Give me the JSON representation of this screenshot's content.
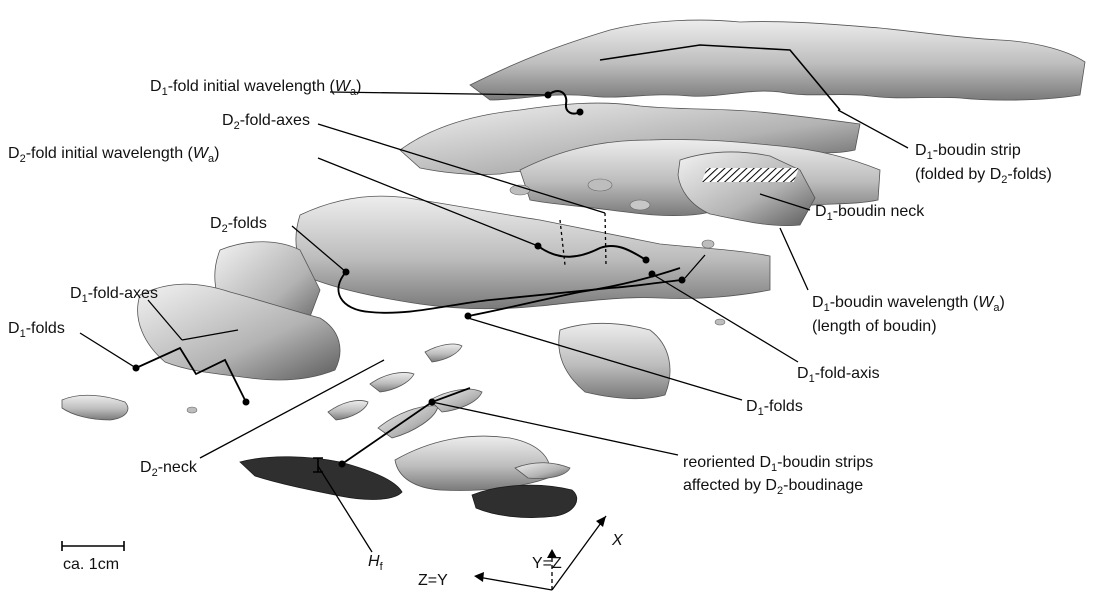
{
  "colors": {
    "rock": "#c9c9c9",
    "rock_light": "#e6e6e6",
    "rock_dark": "#6e6e6e",
    "shadow": "#2a2a2a",
    "line": "#000000",
    "text": "#111111"
  },
  "labels": {
    "d1_fold_initial_wavelength": {
      "pre": "D",
      "sub": "1",
      "post": "-fold initial wavelength (",
      "var": "W",
      "varsub": "a",
      "end": ")"
    },
    "d2_fold_axes": {
      "pre": "D",
      "sub": "2",
      "post": "-fold-axes"
    },
    "d2_fold_initial_wavelength": {
      "pre": "D",
      "sub": "2",
      "post": "-fold initial wavelength (",
      "var": "W",
      "varsub": "a",
      "end": ")"
    },
    "d1_boudin_strip": {
      "pre": "D",
      "sub": "1",
      "post": "-boudin strip"
    },
    "d1_boudin_strip_note": {
      "pre": "(folded by D",
      "sub": "2",
      "post": "-folds)"
    },
    "d1_boudin_neck": {
      "pre": "D",
      "sub": "1",
      "post": "-boudin neck"
    },
    "d2_folds": {
      "pre": "D",
      "sub": "2",
      "post": "-folds"
    },
    "d1_fold_axes": {
      "pre": "D",
      "sub": "1",
      "post": "-fold-axes"
    },
    "d1_folds_left": {
      "pre": "D",
      "sub": "1",
      "post": "-folds"
    },
    "d1_boudin_wavelength": {
      "pre": "D",
      "sub": "1",
      "post": "-boudin wavelength (",
      "var": "W",
      "varsub": "a",
      "end": ")"
    },
    "length_of_boudin": "(length of boudin)",
    "d1_fold_axis": {
      "pre": "D",
      "sub": "1",
      "post": "-fold-axis"
    },
    "d1_folds_right": {
      "pre": "D",
      "sub": "1",
      "post": "-folds"
    },
    "d2_neck": {
      "pre": "D",
      "sub": "2",
      "post": "-neck"
    },
    "reoriented_line1": {
      "pre": "reoriented D",
      "sub": "1",
      "post": "-boudin strips"
    },
    "reoriented_line2": {
      "pre": "affected by D",
      "sub": "2",
      "post": "-boudinage"
    },
    "hf": {
      "var": "H",
      "varsub": "f"
    }
  },
  "axes": {
    "x": "X",
    "y_eq_z": "Y=Z",
    "z_eq_y": "Z=Y"
  },
  "scale_bar": {
    "label": "ca. 1cm"
  }
}
